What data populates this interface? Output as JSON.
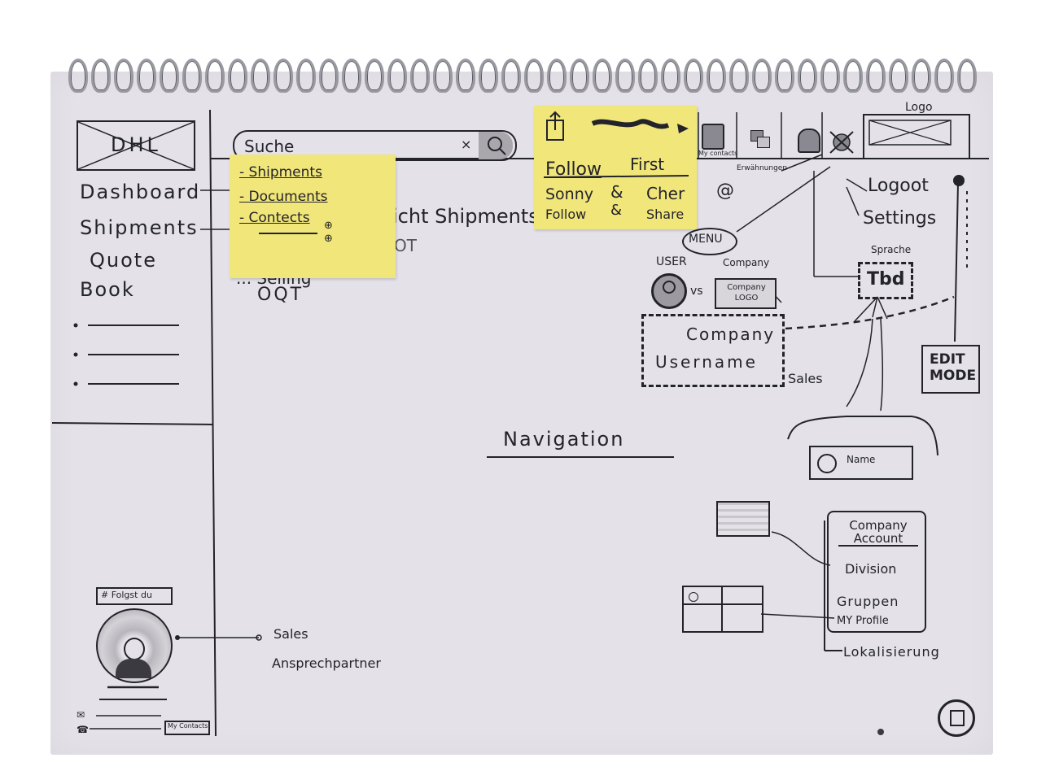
{
  "logo": {
    "text": "DHL"
  },
  "sidebar": {
    "items": [
      {
        "label": "Dashboard"
      },
      {
        "label": "Shipments"
      },
      {
        "label": "Quote"
      },
      {
        "label": "Book"
      }
    ],
    "contact": {
      "badge": "# Folgst du",
      "label_line1": "Sales",
      "label_line2": "Ansprechpartner",
      "my_contacts": "My Contacts"
    }
  },
  "search": {
    "value": "Suche",
    "dropdown": [
      "- Shipments",
      "- Documents",
      "- Contects"
    ]
  },
  "behind_text": {
    "line1": "icht Shipments",
    "line2": "OT",
    "line3": "... Selling",
    "line4": "OQT"
  },
  "share_note": {
    "follow": "Follow",
    "first": "First",
    "sonny": "Sonny",
    "amp": "&",
    "cher": "Cher",
    "follow2": "Follow",
    "amp2": "&",
    "share": "Share"
  },
  "toolbar": {
    "contacts_label": "My contacts",
    "erwaehnungen": "Erwähnungen",
    "at": "@",
    "logo_label": "Logo"
  },
  "account_menu": {
    "logout": "Logoot",
    "settings": "Settings",
    "sprache": "Sprache",
    "tbd": "Tbd",
    "edit_mode": "EDIT\nMODE",
    "menu": "MENU",
    "user": "USER",
    "vs": "vs",
    "company": "Company",
    "company_logo": "Company LOGO",
    "company_field": "Company",
    "username_field": "Username",
    "sales": "Sales",
    "name": "Name"
  },
  "main": {
    "title": "Navigation"
  },
  "org_menu": {
    "items": [
      "Company Account",
      "Division",
      "Gruppen",
      "MY Profile"
    ],
    "localization": "Lokalisierung"
  }
}
